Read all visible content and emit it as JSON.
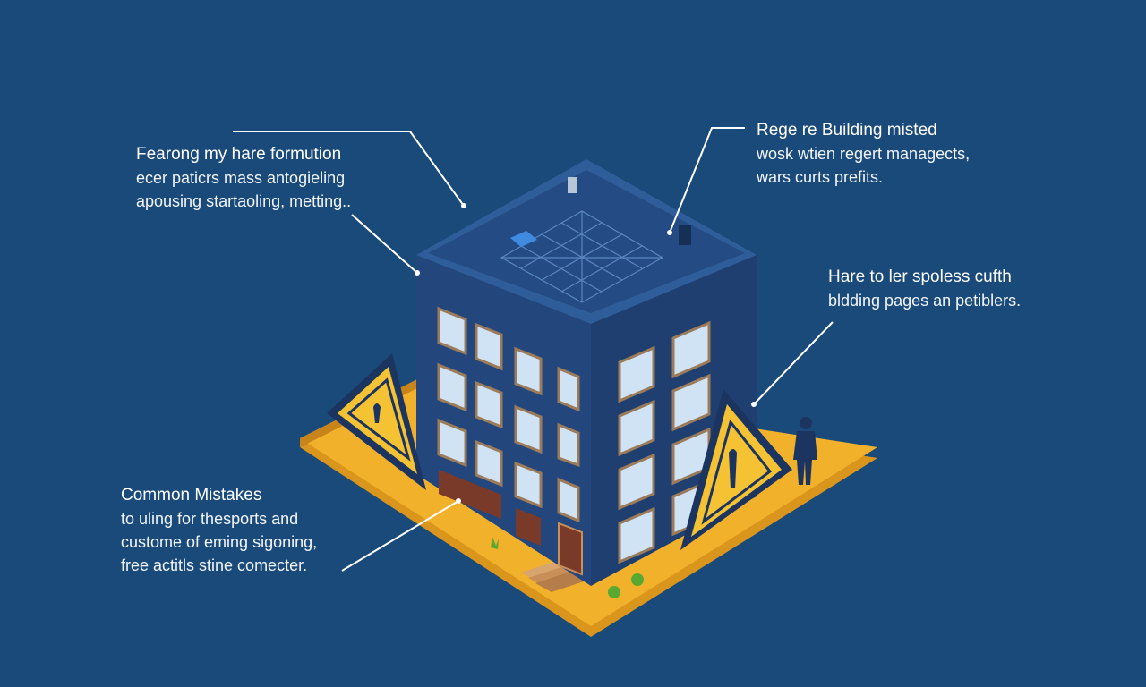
{
  "callouts": {
    "top_left": {
      "title": "Fearong my hare formution",
      "lines": [
        "ecer paticrs mass antogieling",
        "apousing startaoling, metting.."
      ]
    },
    "top_right": {
      "title": "Rege re Building misted",
      "lines": [
        "wosk wtien regert managects,",
        "wars curts prefits."
      ]
    },
    "right": {
      "title": "Hare to ler spoless cufth",
      "lines": [
        "bldding pages an petiblers."
      ]
    },
    "bottom_left": {
      "title": "Common Mistakes",
      "lines": [
        "to uling for thesports and",
        "custome of eming sigoning,",
        "free actitls stine comecter."
      ]
    }
  },
  "colors": {
    "background": "#1a4a7a",
    "building_front": "#23477d",
    "building_side": "#1e3f70",
    "roof": "#2a5590",
    "platform": "#f2b12a",
    "platform_edge": "#d9951c",
    "warning_fill": "#f4c232",
    "warning_border": "#1c3560",
    "connector": "#ffffff"
  }
}
